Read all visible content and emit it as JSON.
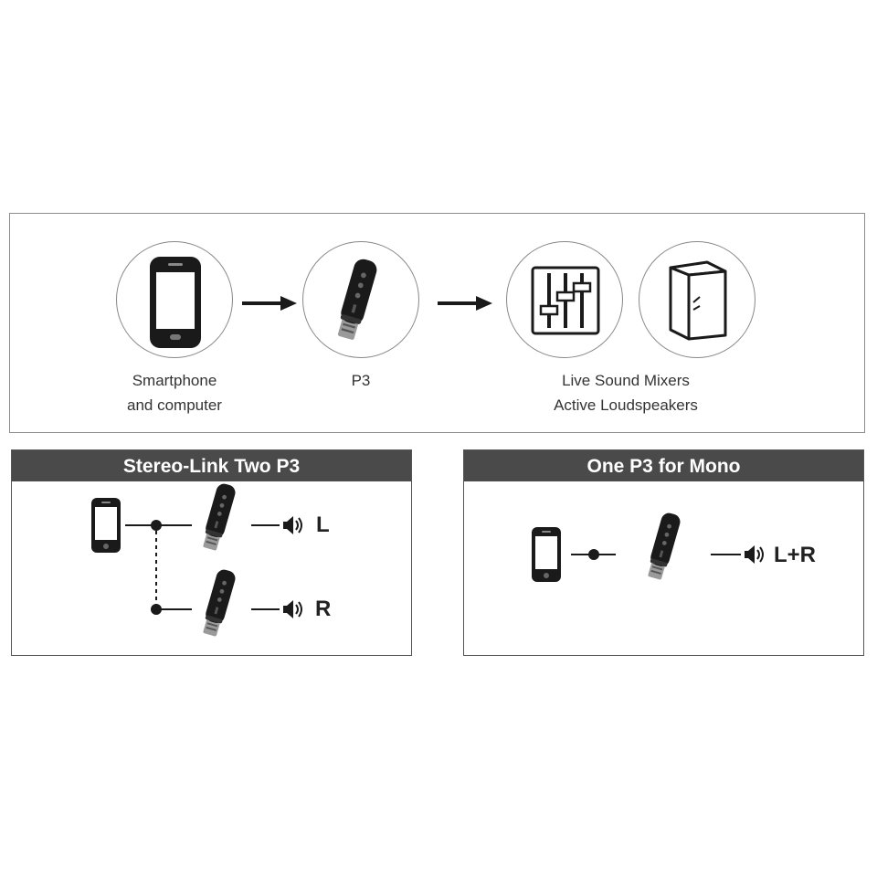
{
  "flow": {
    "source_caption_line1": "Smartphone",
    "source_caption_line2": "and computer",
    "device_caption": "P3",
    "destination_caption_line1": "Live Sound Mixers",
    "destination_caption_line2": "Active Loudspeakers"
  },
  "stereo": {
    "title": "Stereo-Link Two P3",
    "left_channel": "L",
    "right_channel": "R"
  },
  "mono": {
    "title": "One P3 for Mono",
    "channel": "L+R"
  },
  "icons": [
    "smartphone-icon",
    "arrow-right-icon",
    "p3-transmitter-icon",
    "mixer-faders-icon",
    "loudspeaker-icon",
    "speaker-sound-icon",
    "connection-node-icon"
  ],
  "colors": {
    "dark": "#1a1a1a",
    "header": "#4a4a4a",
    "border": "#8c8c8c"
  }
}
